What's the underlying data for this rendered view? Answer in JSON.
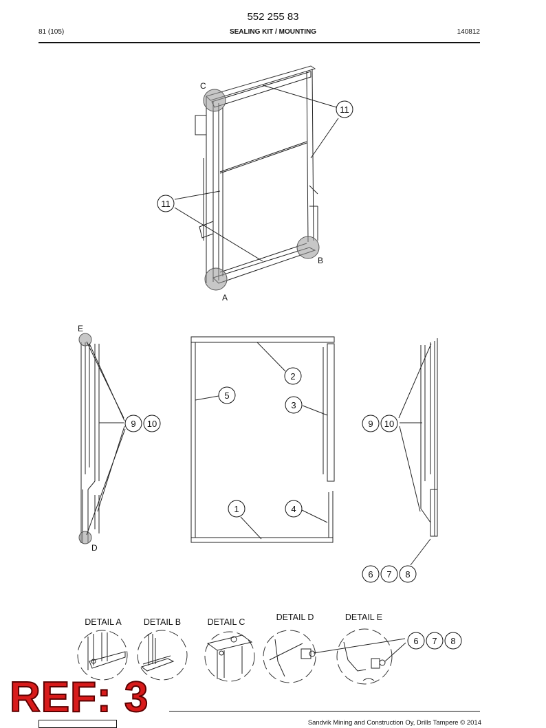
{
  "header": {
    "doc_number": "552 255 83",
    "page_index": "81 (105)",
    "section_title": "SEALING KIT / MOUNTING",
    "doc_date": "140812"
  },
  "drawing": {
    "view_labels": {
      "a": "A",
      "b": "B",
      "c": "C",
      "d": "D",
      "e": "E"
    },
    "callouts": {
      "c11a": "11",
      "c11b": "11",
      "c2": "2",
      "c3": "3",
      "c5": "5",
      "c1": "1",
      "c4": "4",
      "c9l": "9",
      "c10l": "10",
      "c9r": "9",
      "c10r": "10",
      "c6": "6",
      "c7": "7",
      "c8": "8",
      "c6d": "6",
      "c7d": "7",
      "c8d": "8"
    },
    "details": {
      "a": "DETAIL A",
      "b": "DETAIL B",
      "c": "DETAIL C",
      "d": "DETAIL D",
      "e": "DETAIL E"
    }
  },
  "footer": {
    "ref_stamp": "REF: 3",
    "note": "Sandvik Mining and Construction Oy, Drills Tampere © 2014"
  }
}
